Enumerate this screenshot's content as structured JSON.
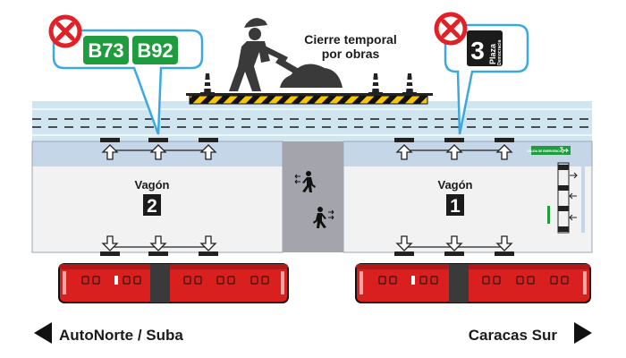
{
  "notice": {
    "line1": "Cierre temporal",
    "line2": "por obras"
  },
  "closed_routes_left": [
    "B73",
    "B92"
  ],
  "closed_route_right": {
    "number": "3",
    "name_line1": "Plaza",
    "name_line2": "Democracia"
  },
  "platform_left": {
    "label": "Vagón",
    "number": "2"
  },
  "platform_right": {
    "label": "Vagón",
    "number": "1"
  },
  "exit_sign": "SALIDA DE EMERGENCIA",
  "direction_left": "AutoNorte / Suba",
  "direction_right": "Caracas Sur",
  "colors": {
    "route_green": "#1f9d3e",
    "prohibition_red": "#e02127",
    "callout_blue": "#3ba9df",
    "lane_blue": "#cfe6f1",
    "platform_blue": "#c6d6e9",
    "platform_white": "#f2f2f2",
    "crosswalk_gray": "#a4a4ad",
    "bus_red": "#d9201f",
    "text_dark": "#1b1b1b"
  },
  "icons": [
    "prohibition-icon",
    "worker-icon",
    "traffic-cone-icon",
    "pedestrian-icon",
    "door-arrow-icon",
    "bus-icon",
    "triangle-arrow-icon"
  ]
}
